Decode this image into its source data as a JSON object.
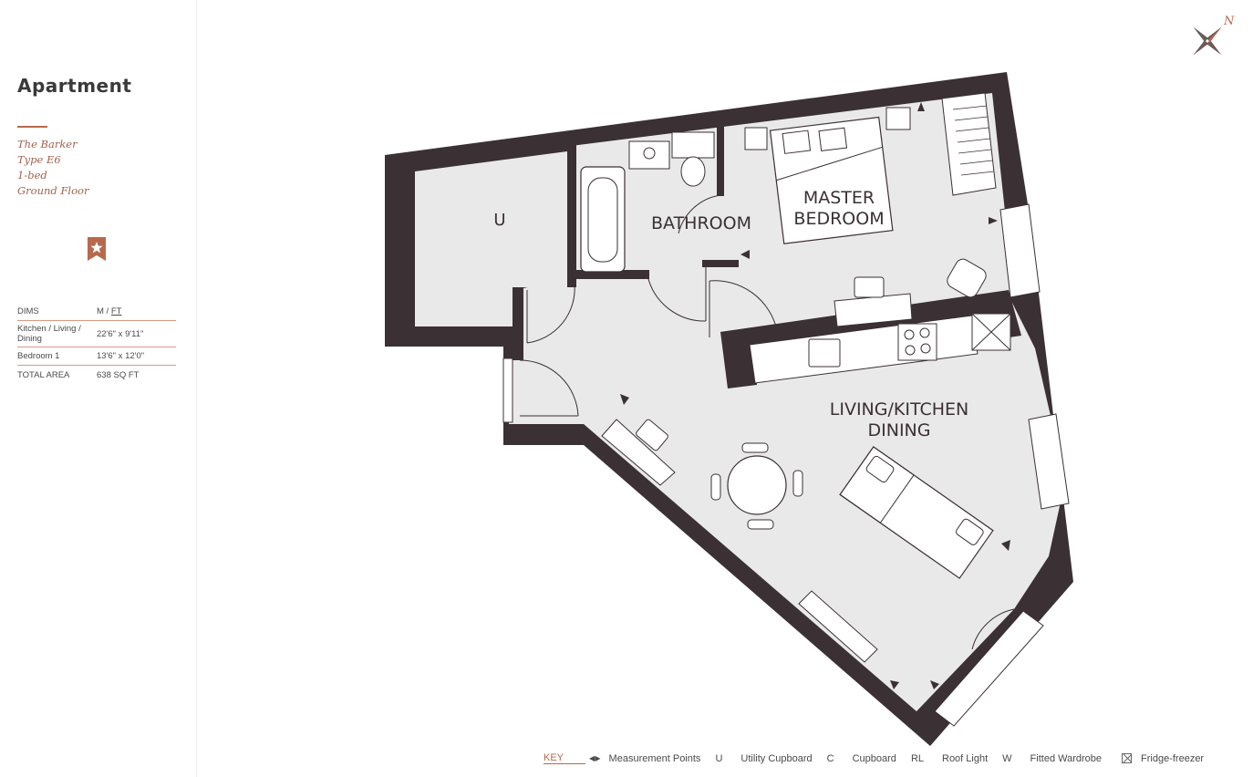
{
  "sidebar": {
    "title": "Apartment",
    "info": [
      "The Barker",
      "Type E6",
      "1-bed",
      "Ground Floor"
    ],
    "bookmark_icon": "bookmark-star-icon",
    "dims": {
      "header": "DIMS",
      "unit_m": "M",
      "unit_sep": " / ",
      "unit_ft": "FT",
      "active_unit": "FT",
      "rows": [
        {
          "label": "Kitchen / Living / Dining",
          "value": "22'6\" x 9'11\""
        },
        {
          "label": "Bedroom 1",
          "value": "13'6\" x 12'0\""
        },
        {
          "label": "TOTAL AREA",
          "value": "638 SQ FT"
        }
      ]
    }
  },
  "compass": {
    "label": "N",
    "icon": "compass-icon"
  },
  "floorplan": {
    "rooms": {
      "utility": "U",
      "bathroom": "BATHROOM",
      "bedroom_line1": "MASTER",
      "bedroom_line2": "BEDROOM",
      "living_line1": "LIVING/KITCHEN",
      "living_line2": "DINING"
    },
    "colors": {
      "wall": "#3b3034",
      "floor": "#e9e9e9",
      "fixture": "#ffffff",
      "accent": "#b8694d"
    }
  },
  "legend": {
    "key": "KEY",
    "measurement": "Measurement Points",
    "u_code": "U",
    "u_label": "Utility Cupboard",
    "c_code": "C",
    "c_label": "Cupboard",
    "rl_code": "RL",
    "rl_label": "Roof Light",
    "w_code": "W",
    "w_label": "Fitted Wardrobe",
    "fridge_label": "Fridge-freezer"
  }
}
